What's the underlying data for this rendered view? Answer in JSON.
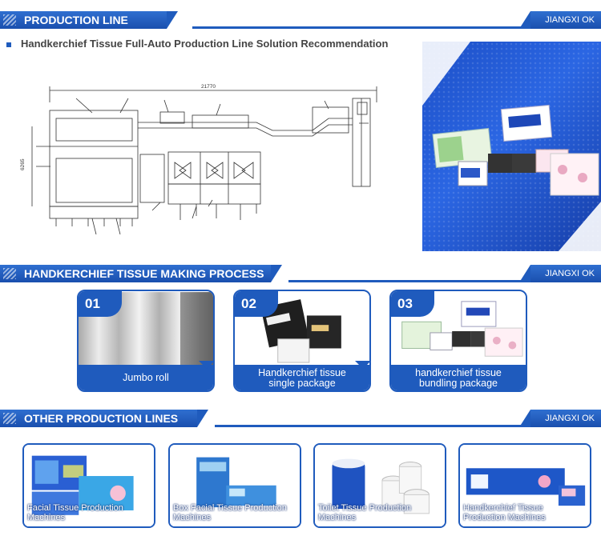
{
  "sections": {
    "production": {
      "title": "PRODUCTION LINE",
      "tag": "JIANGXI OK"
    },
    "process": {
      "title": "HANDKERCHIEF TISSUE MAKING PROCESS",
      "tag": "JIANGXI OK"
    },
    "other": {
      "title": "OTHER PRODUCTION LINES",
      "tag": "JIANGXI OK"
    }
  },
  "subtitle": "Handkerchief Tissue Full-Auto Production Line Solution Recommendation",
  "drawing": {
    "dimension_length": "21770",
    "dimension_width": "6265"
  },
  "process_steps": [
    {
      "number": "01",
      "caption_l1": "Jumbo roll",
      "caption_l2": ""
    },
    {
      "number": "02",
      "caption_l1": "Handkerchief tissue",
      "caption_l2": "single package"
    },
    {
      "number": "03",
      "caption_l1": "handkerchief tissue",
      "caption_l2": "bundling package"
    }
  ],
  "other_lines": [
    {
      "caption_l1": "Facial Tissue Production",
      "caption_l2": "Machines"
    },
    {
      "caption_l1": "Box Facial Tissue Production",
      "caption_l2": "Machines"
    },
    {
      "caption_l1": "Toilet Tissue Production",
      "caption_l2": "Machines"
    },
    {
      "caption_l1": "Handkerchief Tissue",
      "caption_l2": "Production Machines"
    }
  ],
  "colors": {
    "brand_blue": "#1f5bbd"
  }
}
